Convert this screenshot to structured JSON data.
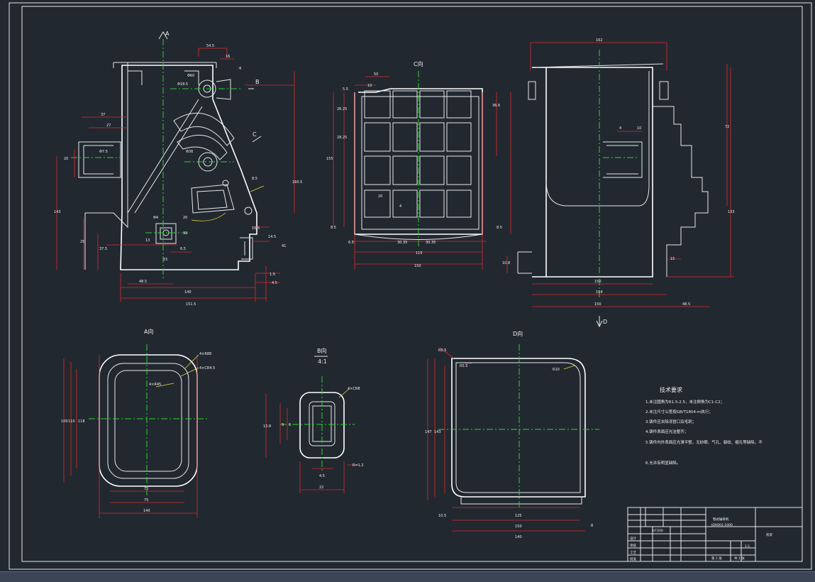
{
  "views": {
    "a_label": "A",
    "b_label": "B",
    "c_label": "C",
    "d_label": "D",
    "c_view": "C向",
    "a_view": "A向",
    "b_view": "B向",
    "b_scale": "4:1",
    "d_view": "D向"
  },
  "dims": {
    "main": [
      "54.5",
      "16",
      "4",
      "Φ60",
      "Φ18.5",
      "37",
      "27",
      "Φ7.5",
      "20",
      "Φ36",
      "143",
      "160.5",
      "8.5",
      "Φ4",
      "20",
      "32",
      "13",
      "6.5",
      "15",
      "10.5",
      "14.5",
      "41",
      "25",
      "37.5",
      "1.5",
      "4.5",
      "48.5",
      "140",
      "151.5"
    ],
    "c_view": [
      "50",
      "10",
      "5.5",
      "155",
      "26.25",
      "28.25",
      "36.6",
      "8.5",
      "8.5",
      "20",
      "4",
      "6.5",
      "30.35",
      "30.35",
      "115",
      "150"
    ],
    "right": [
      "162",
      "4",
      "10",
      "72",
      "133",
      "10.8",
      "150",
      "154",
      "15",
      "150",
      "48.5"
    ],
    "a_view": [
      "4×R88",
      "4×CR4.5",
      "4×R45",
      "100",
      "110",
      "118",
      "75",
      "75",
      "140"
    ],
    "b_view": [
      "4×CR8",
      "13.8",
      "9",
      "6",
      "R=1.2",
      "4.5",
      "22"
    ],
    "d_view": [
      "R0.5",
      "R5.5",
      "R10",
      "147",
      "143",
      "125",
      "150",
      "10.5",
      "140",
      "8"
    ]
  },
  "notes": {
    "title": "技术要求",
    "items": [
      "1.未注圆角为R1.5-2.5，未注倒角为C1-C2；",
      "2.未注尺寸公差按GB/T1804-m执行；",
      "3.铸件应去除浇冒口及毛刺；",
      "4.铸件表面应光洁整齐；",
      "5.铸件内外表面应光滑平整，无砂眼、气孔、裂纹、缩孔等缺陷，不",
      "6.允许有明显缺陷。"
    ]
  },
  "title_block": {
    "part_name": "颚式破碎机",
    "drawing_no": "JDH001-1000",
    "material": "HT200",
    "sheet_name": "机架",
    "scale": "1:1",
    "sheets": "共 1 张",
    "sheet": "第 1 张",
    "rows": [
      "设计",
      "审核",
      "工艺",
      "批准"
    ]
  },
  "colors": {
    "background": "#212830",
    "outline": "#e8e8e8",
    "dimension": "#e0282a",
    "centerline": "#2bd52b",
    "leader": "#e6d63a"
  }
}
